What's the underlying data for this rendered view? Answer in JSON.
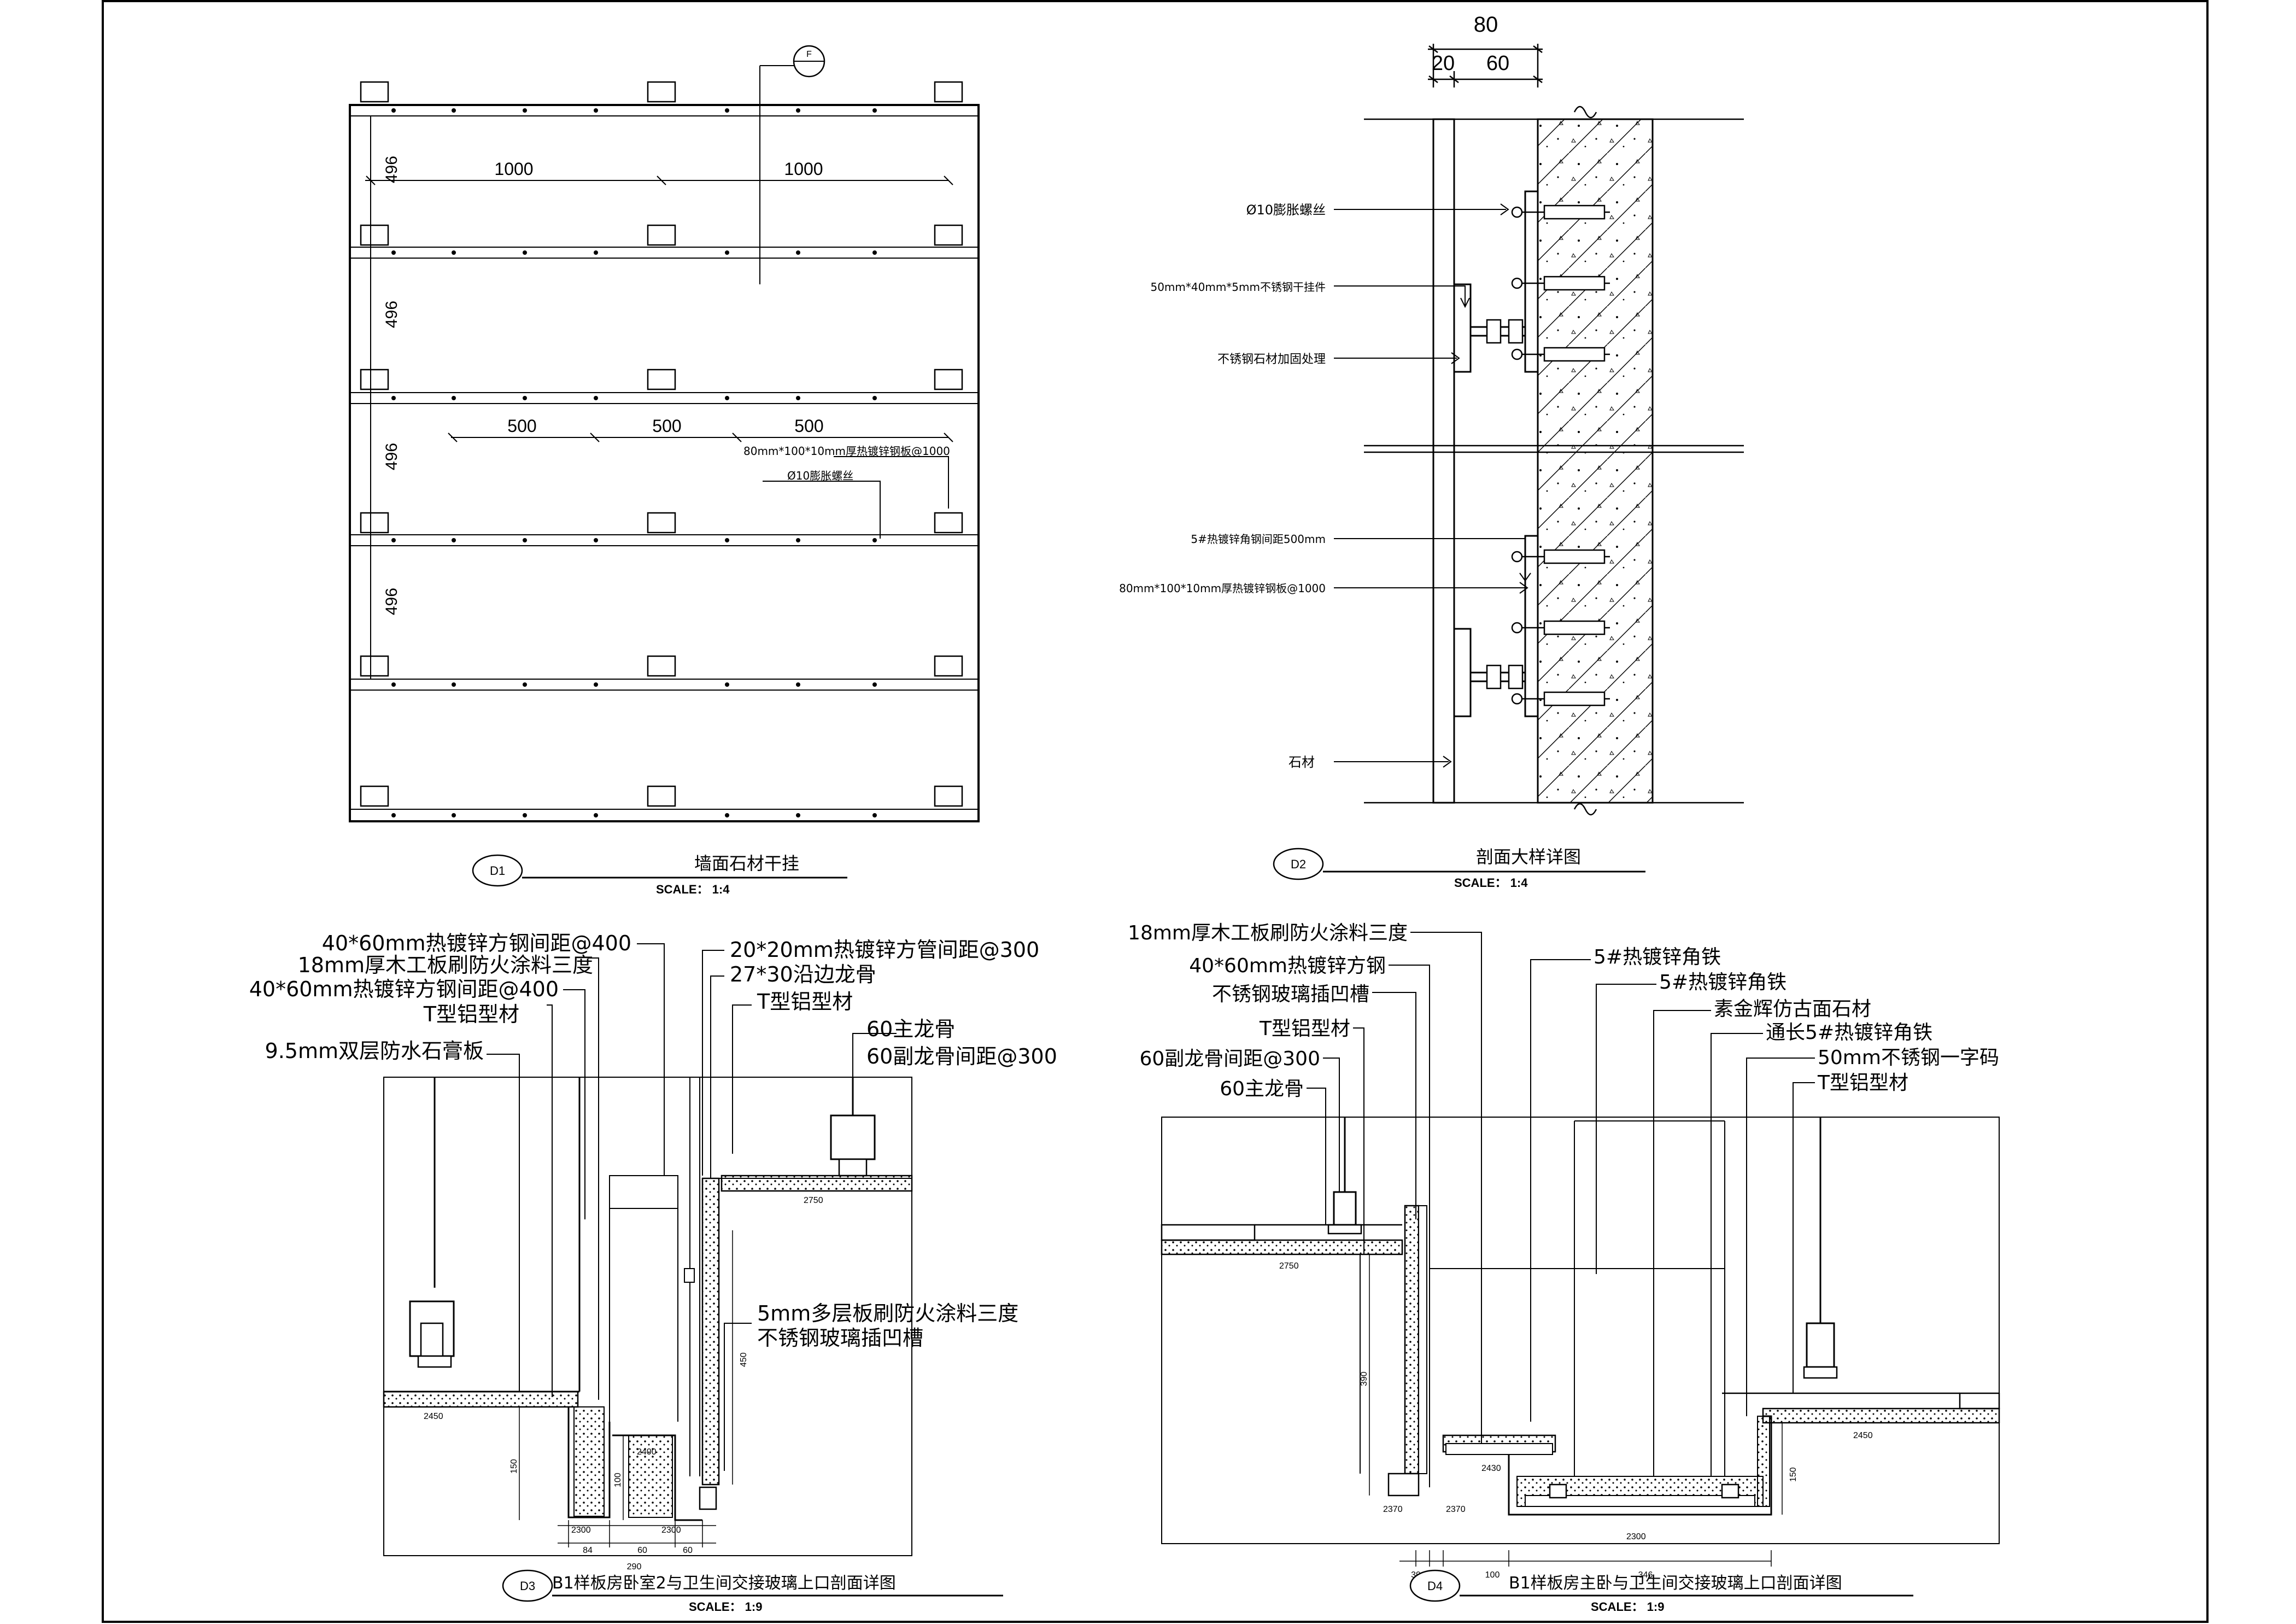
{
  "drawing": {
    "d1": {
      "tag": "D1",
      "title": "墙面石材干挂",
      "scale": "SCALE： 1:4",
      "grid_label": "F",
      "row_dim": "496",
      "top_dims": [
        "1000",
        "1000"
      ],
      "mid_dims": [
        "500",
        "500",
        "500"
      ],
      "notes": [
        "80mm*100*10mm厚热镀锌钢板@1000",
        "Ø10膨胀螺丝"
      ]
    },
    "d2": {
      "tag": "D2",
      "title": "剖面大样详图",
      "scale": "SCALE： 1:4",
      "dim_total": "80",
      "dim_a": "20",
      "dim_b": "60",
      "notes": [
        "Ø10膨胀螺丝",
        "50mm*40mm*5mm不锈钢干挂件",
        "不锈钢石材加固处理",
        "5#热镀锌角钢间距500mm",
        "80mm*100*10mm厚热镀锌钢板@1000",
        "石材"
      ]
    },
    "d3": {
      "tag": "D3",
      "title": "B1样板房卧室2与卫生间交接玻璃上口剖面详图",
      "scale": "SCALE： 1:9",
      "notes_left": [
        "40*60mm热镀锌方钢间距@400",
        "18mm厚木工板刷防火涂料三度",
        "40*60mm热镀锌方钢间距@400",
        "T型铝型材",
        "9.5mm双层防水石膏板"
      ],
      "notes_right": [
        "20*20mm热镀锌方管间距@300",
        "27*30沿边龙骨",
        "T型铝型材",
        "60主龙骨",
        "60副龙骨间距@300"
      ],
      "notes_mid": [
        "5mm多层板刷防火涂料三度",
        "不锈钢玻璃插凹槽"
      ],
      "levels": [
        "2750",
        "2450",
        "2400",
        "2300",
        "2300"
      ],
      "dims_bottom": [
        "84",
        "60",
        "60",
        "290"
      ],
      "dims_vertical": [
        "150",
        "100",
        "450"
      ]
    },
    "d4": {
      "tag": "D4",
      "title": "B1样板房主卧与卫生间交接玻璃上口剖面详图",
      "scale": "SCALE： 1:9",
      "notes_left": [
        "18mm厚木工板刷防火涂料三度",
        "40*60mm热镀锌方钢",
        "不锈钢玻璃插凹槽",
        "T型铝型材",
        "60副龙骨间距@300",
        "60主龙骨"
      ],
      "notes_right": [
        "5#热镀锌角铁",
        "5#热镀锌角铁",
        "素金辉仿古面石材",
        "通长5#热镀锌角铁",
        "50mm不锈钢一字码",
        "T型铝型材"
      ],
      "levels": [
        "2750",
        "2450",
        "2430",
        "2370",
        "2370",
        "2300"
      ],
      "dims_bottom": [
        "39",
        "39",
        "100",
        "346"
      ],
      "dims_vertical": [
        "390",
        "150"
      ]
    }
  }
}
